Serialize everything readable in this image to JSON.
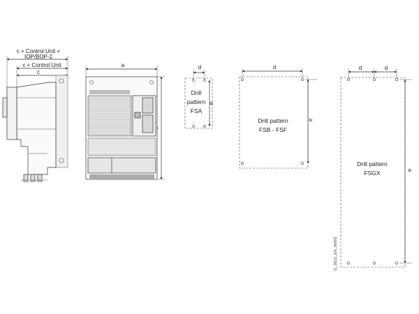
{
  "side_view": {
    "dim_top": "c + Control Unit +",
    "dim_top_2": "IOP/BOP-2",
    "dim_mid": "c + Control Unit",
    "dim_low": "c"
  },
  "front_view": {
    "dim_width": "a",
    "dim_height": "b"
  },
  "fsa": {
    "dim_d": "d",
    "dim_e": "e",
    "label_1": "Drill",
    "label_2": "pattern",
    "label_3": "FSA"
  },
  "fsb": {
    "dim_d": "d",
    "dim_e": "e",
    "label_1": "Drill pattern",
    "label_2": "FSB - FSF"
  },
  "fsgx": {
    "dim_d1": "d",
    "dim_d2": "d",
    "dim_e": "e",
    "label_1": "Drill pattern",
    "label_2": "FSGX"
  },
  "image_id": "G_D011_EN_00091"
}
